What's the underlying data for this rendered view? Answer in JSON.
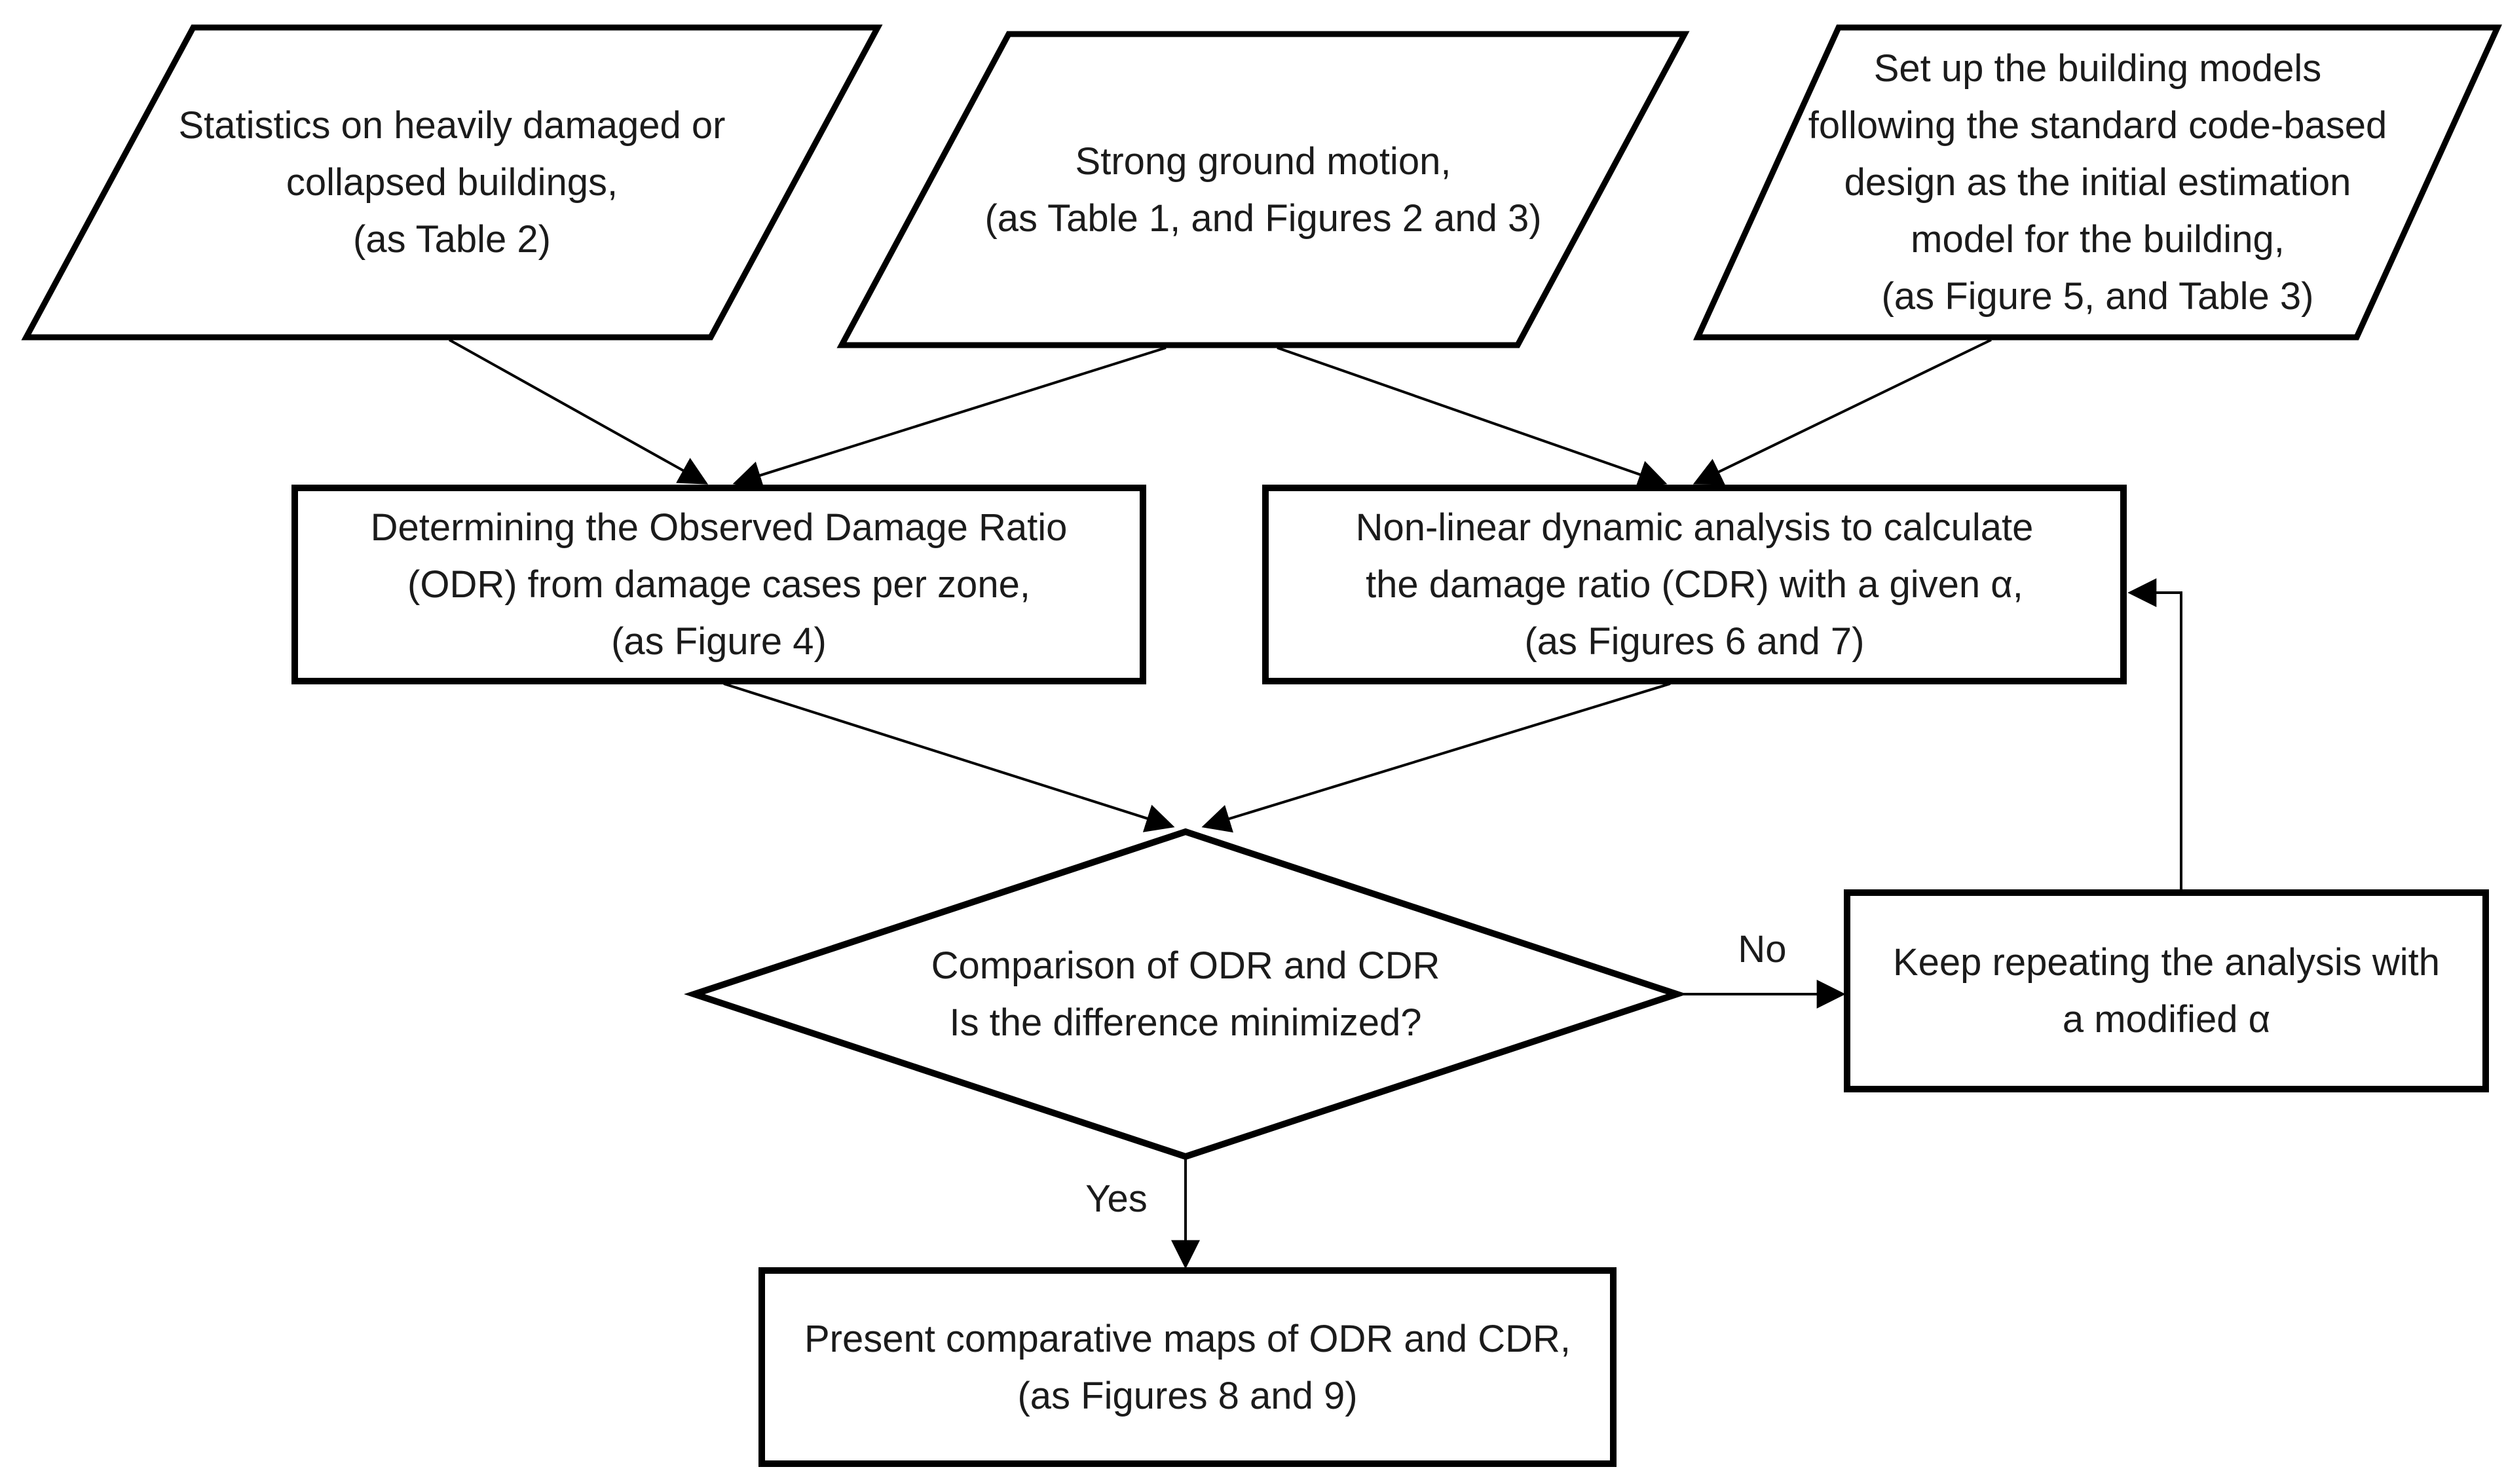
{
  "diagram": {
    "title": "Methodology flowchart for comparing observed and calculated damage ratios",
    "background_color": "#ffffff",
    "line_color": "#000000",
    "text_color": "#1b1b1b",
    "nodes": {
      "input_statistics": {
        "shape": "parallelogram",
        "text": "Statistics on heavily damaged or\ncollapsed buildings,\n(as Table 2)"
      },
      "input_ground_motion": {
        "shape": "parallelogram",
        "text": "Strong ground motion,\n(as Table 1, and Figures 2 and 3)"
      },
      "input_building_models": {
        "shape": "parallelogram",
        "text": "Set up the building models\nfollowing the standard code-based\ndesign as the initial estimation\nmodel for the building,\n(as Figure 5, and Table 3)"
      },
      "process_odr": {
        "shape": "rectangle",
        "text": "Determining the Observed Damage Ratio\n(ODR) from damage cases per zone,\n(as Figure 4)"
      },
      "process_cdr": {
        "shape": "rectangle",
        "text": "Non-linear dynamic analysis to calculate\nthe damage ratio (CDR) with a given α,\n(as Figures 6 and 7)"
      },
      "decision_compare": {
        "shape": "diamond",
        "text": "Comparison of ODR and CDR\nIs the difference minimized?"
      },
      "process_repeat": {
        "shape": "rectangle",
        "text": "Keep repeating the analysis with\na modified α"
      },
      "output_maps": {
        "shape": "rectangle",
        "text": "Present comparative maps of ODR and CDR,\n(as Figures 8 and 9)"
      }
    },
    "edge_labels": {
      "no": "No",
      "yes": "Yes"
    }
  }
}
